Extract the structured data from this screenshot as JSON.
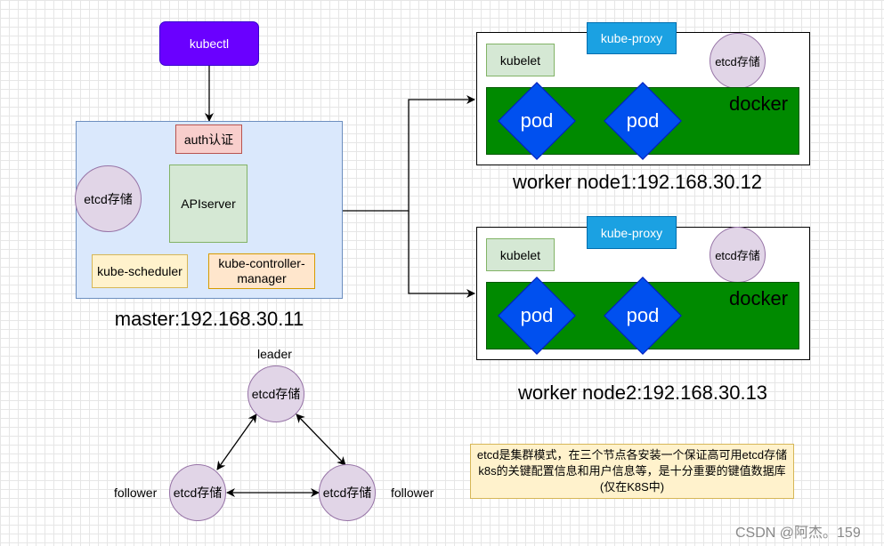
{
  "kubectl": {
    "label": "kubectl"
  },
  "master": {
    "auth_label": "auth认证",
    "apiserver_label": "APIserver",
    "etcd_label": "etcd存储",
    "scheduler_label": "kube-scheduler",
    "controller_label": "kube-controller-manager",
    "title": "master:192.168.30.11"
  },
  "worker_nodes": [
    {
      "kubelet_label": "kubelet",
      "proxy_label": "kube-proxy",
      "etcd_label": "etcd存储",
      "docker_label": "docker",
      "pods": [
        "pod",
        "pod"
      ],
      "title": "worker node1:192.168.30.12"
    },
    {
      "kubelet_label": "kubelet",
      "proxy_label": "kube-proxy",
      "etcd_label": "etcd存储",
      "docker_label": "docker",
      "pods": [
        "pod",
        "pod"
      ],
      "title": "worker node2:192.168.30.13"
    }
  ],
  "etcd_cluster": {
    "leader_label": "leader",
    "follower_left_label": "follower",
    "follower_right_label": "follower",
    "nodes": [
      "etcd存储",
      "etcd存储",
      "etcd存储"
    ]
  },
  "note": {
    "text": "etcd是集群模式，在三个节点各安装一个保证高可用etcd存储k8s的关键配置信息和用户信息等，是十分重要的键值数据库(仅在K8S中)"
  },
  "watermark": "CSDN @阿杰。159",
  "colors": {
    "kubectl": "#6a00ff",
    "master_bg": "#dae8fc",
    "auth_bg": "#f8cecc",
    "apiserver_bg": "#d5e8d4",
    "etcd_bg": "#e1d5e7",
    "scheduler_bg": "#fff2cc",
    "controller_bg": "#ffe6cc",
    "kube_proxy": "#1ba1e2",
    "docker": "#008a00",
    "pod": "#0050ef",
    "note_bg": "#fff2cc"
  }
}
